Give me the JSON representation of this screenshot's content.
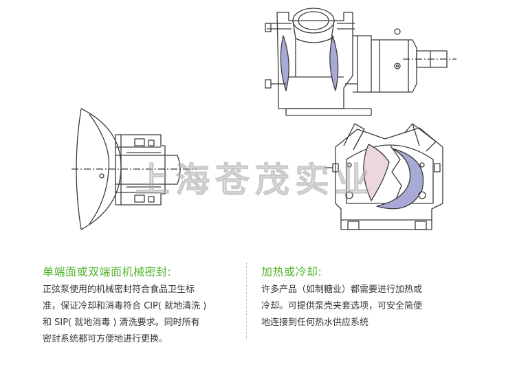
{
  "colors": {
    "heading_green": "#55b532",
    "line": "#3a3a3a",
    "seal_fill": "#a9a9d6",
    "pink_fill": "#ecd6df"
  },
  "watermark": "上海苍茂实业",
  "left_section": {
    "heading": "单端面或双端面机械密封:",
    "body_lines": [
      "正弦泵使用的机械密封符合食品卫生标",
      "准，保证冷却和消毒符合 CIP( 就地清洗 )",
      "和 SIP( 就地消毒 ) 清洗要求。同时所有",
      "密封系统都可方便地进行更换。"
    ]
  },
  "right_section": {
    "heading": "加热或冷却:",
    "body_lines": [
      "许多产品（如制糖业）都需要进行加热或",
      "冷却。可提供泵壳夹套选项，可安全简便",
      "地连接到任何热水供应系统"
    ]
  }
}
